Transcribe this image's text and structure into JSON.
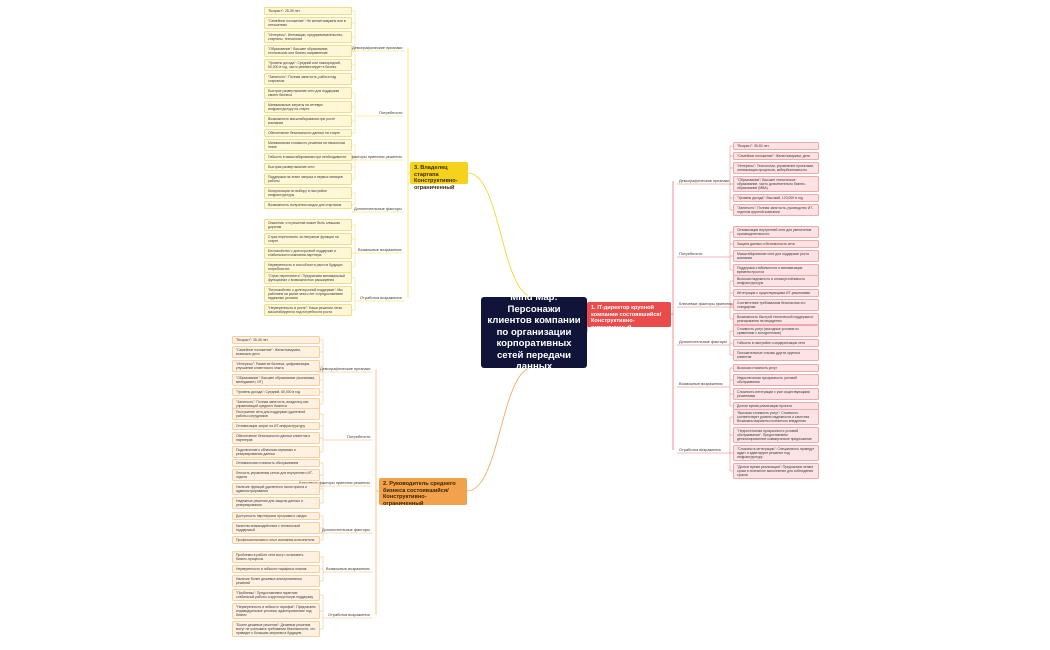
{
  "root": {
    "title": "Mind Map: Персонажи клиентов компании по организации корпоративных сетей передачи данных"
  },
  "colors": {
    "yellow": "#f5d21c",
    "orange": "#f2a24a",
    "red": "#ea4b4b",
    "root": "#101438"
  },
  "branches": [
    {
      "id": "b1",
      "label": "3. Владелец стартапа Конструктивно-ограниченный",
      "color": "yellow",
      "categories": [
        {
          "label": "Демографические признаки",
          "leaves": [
            "\"Возраст\": 25-35 лет",
            "\"Семейное положение\": Не женат/замужем или в отношениях",
            "\"Интересы\": Инновации, предпринимательство, стартапы, технологии",
            "\"Образование\": Высшее образование, техническое или бизнес-направление",
            "\"Уровень дохода\": Средний или нижесредний, 50,000 в год, часто реинвестирует в бизнес",
            "\"Занятость\": Полная занятость, работа над стартапом"
          ]
        },
        {
          "label": "Потребности",
          "leaves": [
            "Быстрое развертывание сети для поддержки своего бизнеса",
            "Минимальные затраты на сетевую инфраструктуру на старте",
            "Возможность масштабирования при росте компании",
            "Обеспечение безопасности данных на старте"
          ]
        },
        {
          "label": "Ключевые факторы принятия решения",
          "leaves": [
            "Минимальная стоимость решения на начальном этапе",
            "Гибкость в масштабировании при необходимости",
            "Быстрая развертывание сети",
            "Поддержка на этапе запуска и первых месяцев работы"
          ]
        },
        {
          "label": "Дополнительные факторы",
          "leaves": [
            "Консультации по выбору и настройке инфраструктуры",
            "Возможность получения скидок для стартапов"
          ]
        },
        {
          "label": "Возможные возражения",
          "leaves": [
            "Опасения, что решение может быть слишком дорогим",
            "Страх переплатить за ненужные функции на старте",
            "Беспокойство о долгосрочной поддержке и стабильности компании-партнера",
            "Неуверенность в способности расти в будущих потребностях"
          ]
        },
        {
          "label": "Отработка возражения",
          "leaves": [
            "\"Страх переплатить\": Предлагаем минимальный функционал с возможностью расширения",
            "\"Беспокойство о долгосрочной поддержке\": Мы работаем на рынке много лет и предоставляем надежные условия",
            "\"Неуверенность в росте\": Наши решения легко масштабируются под потребности роста"
          ]
        }
      ]
    },
    {
      "id": "b2",
      "label": "2. Руководитель среднего бизнеса состоявшийся/ Конструктивно-ограниченный",
      "color": "orange",
      "categories": [
        {
          "label": "Демографические признаки",
          "leaves": [
            "\"Возраст\": 35-45 лет",
            "\"Семейное положение\": Женат/замужем, возможно дети",
            "\"Интересы\": Развитие бизнеса, цифровизация, улучшение клиентского опыта",
            "\"Образование\": Высшее образование (экономика, менеджмент, ИТ)",
            "\"Уровень дохода\": Средний, 80,000 в год",
            "\"Занятость\": Полная занятость, владелец или управляющий среднего бизнеса"
          ]
        },
        {
          "label": "Потребности",
          "leaves": [
            "Построение сети для поддержки удаленной работы сотрудников",
            "Оптимизация затрат на ИТ-инфраструктуру",
            "Обеспечение безопасности данных клиентов и партнеров",
            "Подключение к облачным сервисам и резервированию данных"
          ]
        },
        {
          "label": "Ключевые факторы принятия решения",
          "leaves": [
            "Оптимальная стоимость обслуживания",
            "Легкость управления сетью для внутреннего ИТ-отдела",
            "Наличие функций удаленного мониторинга и администрирования",
            "Надежные решения для защиты данных и резервирования"
          ]
        },
        {
          "label": "Дополнительные факторы",
          "leaves": [
            "Доступность партнерских программ и скидок",
            "Качество взаимодействия с технической поддержкой",
            "Профессионализм и опыт компании-исполнителя"
          ]
        },
        {
          "label": "Возможные возражения",
          "leaves": [
            "Проблемы в работе сети могут остановить бизнес-процессы",
            "Неуверенность в гибкости тарифных планов",
            "Наличие более дешевых альтернативных решений"
          ]
        },
        {
          "label": "Отработка возражения",
          "leaves": [
            "\"Проблемы\": Предоставляем гарантию стабильной работы и круглосуточную поддержку",
            "\"Неуверенность в гибкости тарифов\": Предлагаем индивидуальные условия, адаптированные под бизнес",
            "\"Более дешевые решения\": Дешевые решения могут не учитывать требования безопасности, что приведет к большим затратам в будущем"
          ]
        }
      ]
    },
    {
      "id": "b3",
      "label": "1. IT-директор крупной компании состоявшийся/ Конструктивно-ограниченный",
      "color": "red",
      "categories": [
        {
          "label": "Демографические признаки",
          "leaves": [
            "\"Возраст\": 35-50 лет",
            "\"Семейное положение\": Женат/замужем, дети",
            "\"Интересы\": Технологии, управление проектами, оптимизация процессов, кибербезопасность",
            "\"Образование\": Высшее техническое образование, часто дополнительно бизнес-образование (MBA)",
            "\"Уровень дохода\": Высокий, 120,000 в год",
            "\"Занятость\": Полная занятость, руководство ИТ-отделом крупной компании"
          ]
        },
        {
          "label": "Потребности",
          "leaves": [
            "Оптимизация внутренней сети для увеличения производительности",
            "Защита данных и безопасность сети",
            "Масштабирование сети для поддержки роста компании",
            "Поддержка стабильности и минимизация времени простоя"
          ]
        },
        {
          "label": "Ключевые факторы принятия решения",
          "leaves": [
            "Высокая надежность и отказоустойчивость инфраструктуры",
            "Интеграция с существующими ИТ-решениями",
            "Соответствие требованиям безопасности и стандартам",
            "Возможность быстрой технической поддержки и реагирования на инциденты"
          ]
        },
        {
          "label": "Дополнительные факторы",
          "leaves": [
            "Стоимость услуг (выгодные условия по сравнению с конкурентами)",
            "Гибкость в настройке и модернизации сети",
            "Положительные отзывы других крупных клиентов"
          ]
        },
        {
          "label": "Возможные возражения",
          "leaves": [
            "Высокая стоимость услуг",
            "Недостаточная прозрачность условий обслуживания",
            "Сложность интеграции с уже существующими решениями",
            "Долгое время реализации проекта"
          ]
        },
        {
          "label": "Отработка возражения",
          "leaves": [
            "\"Высокая стоимость услуг\": Стоимость соответствует уровню надежности и качества. Возможны варианты поэтапного внедрения",
            "\"Недостаточная прозрачность условий обслуживания\": Предоставляем детализированное коммерческое предложение",
            "\"Сложность интеграции\": Специалисты проведут аудит и адаптируют решение под инфраструктуру",
            "\"Долгое время реализации\": Предлагаем четкие сроки и поэтапное выполнение для соблюдения сроков"
          ]
        }
      ]
    }
  ]
}
